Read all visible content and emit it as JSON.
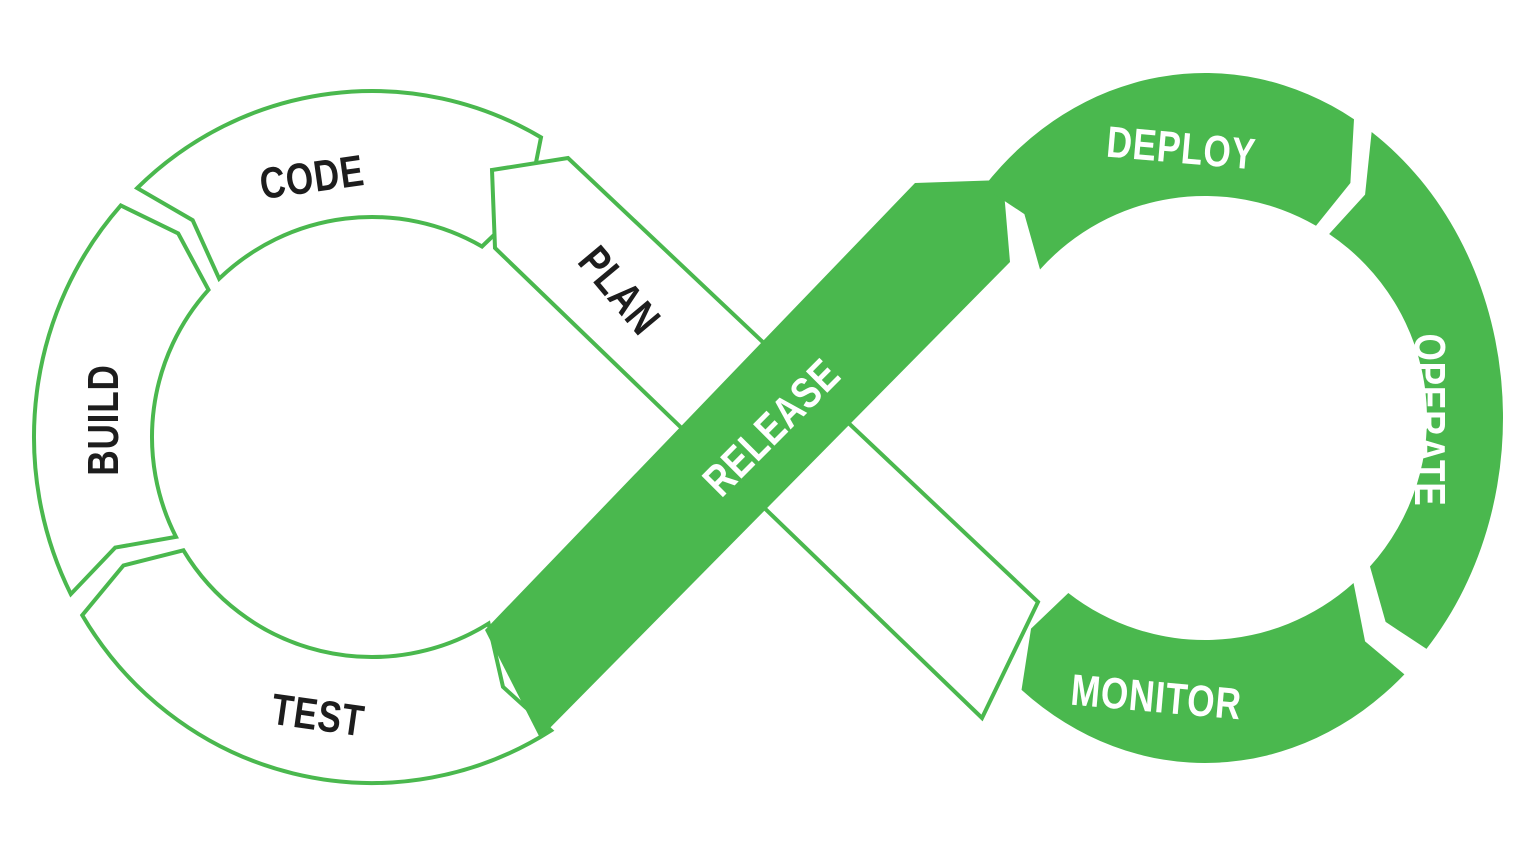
{
  "colors": {
    "accent": "#4ab84e",
    "text_dark": "#1d1d1d",
    "text_light": "#ffffff"
  },
  "stages": {
    "plan": "PLAN",
    "code": "CODE",
    "build": "BUILD",
    "test": "TEST",
    "release": "RELEASE",
    "deploy": "DEPLOY",
    "operate": "OPERATE",
    "monitor": "MONITOR"
  }
}
